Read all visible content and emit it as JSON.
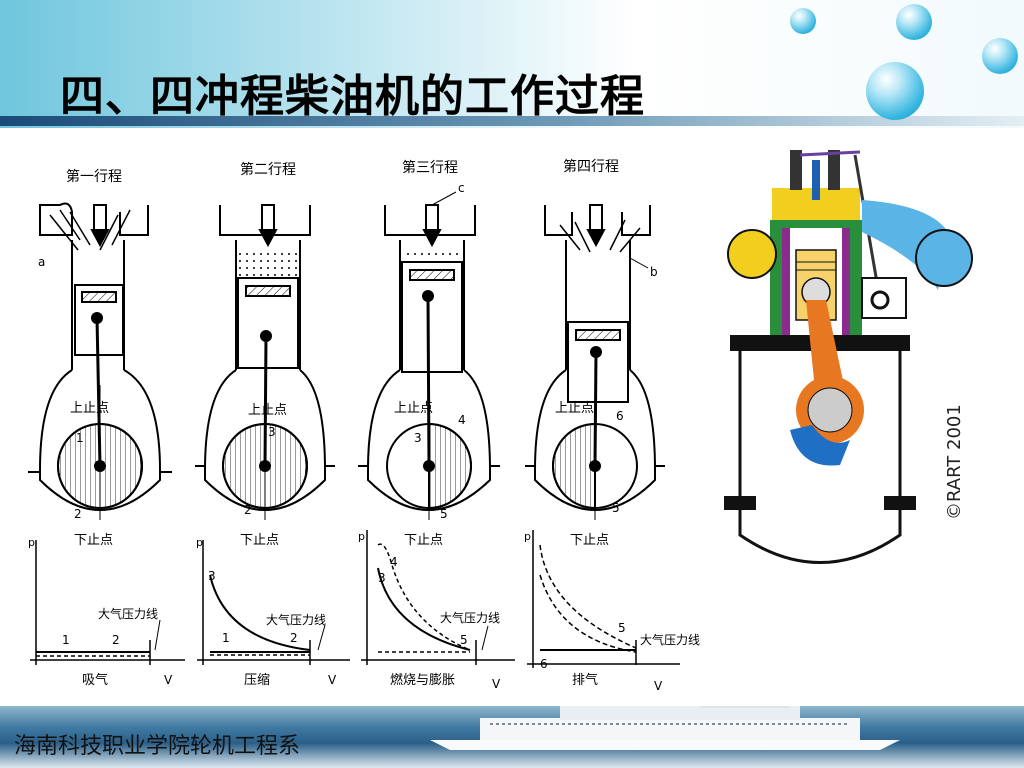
{
  "slide": {
    "title": "四、四冲程柴油机的工作过程",
    "footer": "海南科技职业学院轮机工程系"
  },
  "strokes": [
    {
      "name": "第一行程",
      "cycle": "吸气",
      "points": [
        "1",
        "2"
      ]
    },
    {
      "name": "第二行程",
      "cycle": "压缩",
      "points": [
        "1",
        "2",
        "3"
      ]
    },
    {
      "name": "第三行程",
      "cycle": "燃烧与膨胀",
      "points": [
        "3",
        "4",
        "5"
      ]
    },
    {
      "name": "第四行程",
      "cycle": "排气",
      "points": [
        "5",
        "6"
      ]
    }
  ],
  "labels": {
    "tdc": "上止点",
    "bdc": "下止点",
    "atm_line": "大气压力线",
    "axis_p": "p",
    "axis_v": "V",
    "intake_valve": "a",
    "exhaust_valve": "b",
    "injector": "c"
  },
  "animation": {
    "copyright": "©RART 2001"
  },
  "colors": {
    "header_blue": "#6fc6dd",
    "footer_blue": "#2b5f88",
    "piston_orange": "#e87722",
    "intake_yellow": "#f2cf1f",
    "exhaust_blue": "#5ab4e6"
  }
}
